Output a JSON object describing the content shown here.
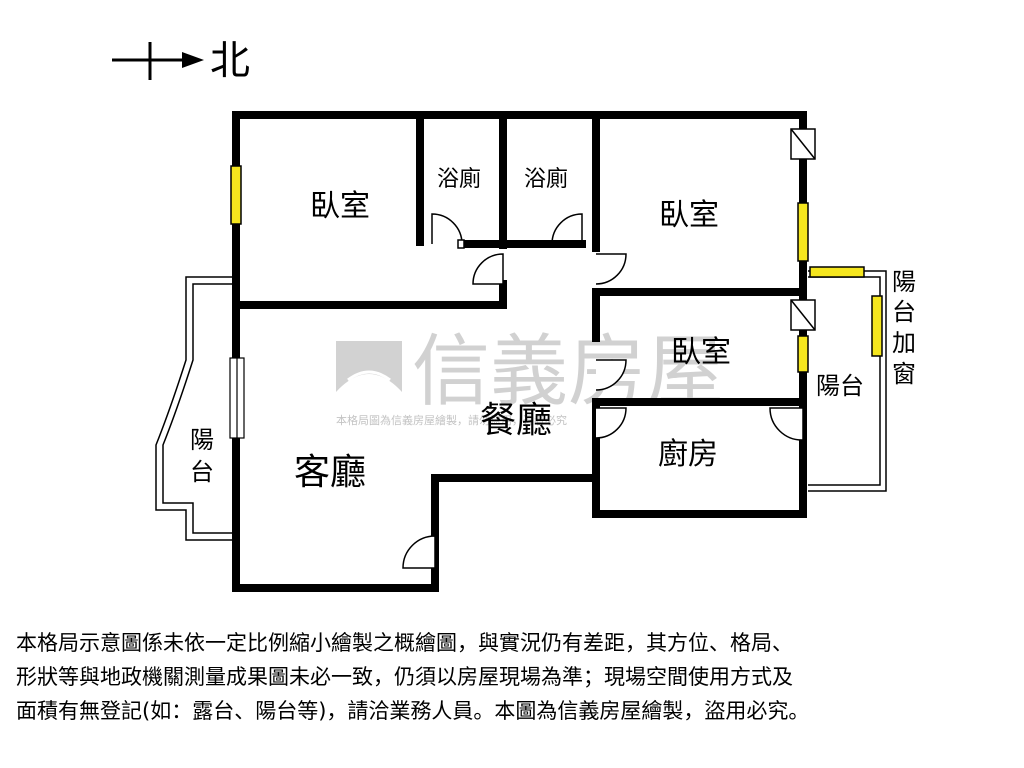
{
  "compass": {
    "label": "北"
  },
  "rooms": {
    "bedroom_nw": "臥室",
    "bath_1": "浴廁",
    "bath_2": "浴廁",
    "bedroom_ne": "臥室",
    "bedroom_e": "臥室",
    "dining": "餐廳",
    "living": "客廳",
    "kitchen": "廚房",
    "balcony_west": "陽台",
    "balcony_east": "陽台",
    "balcony_enclosed": "陽台加窗"
  },
  "balcony_west_chars": [
    "陽",
    "台"
  ],
  "balcony_enclosed_chars": [
    "陽",
    "台",
    "加",
    "窗"
  ],
  "watermark": {
    "brand": "信義房屋",
    "notice": "本格局圖為信義房屋繪製，請勿盜用，違者必究"
  },
  "disclaimer": {
    "line1": "本格局示意圖係未依一定比例縮小繪製之概繪圖，與實況仍有差距，其方位、格局、",
    "line2": "形狀等與地政機關測量成果圖未必一致，仍須以房屋現場為準；現場空間使用方式及",
    "line3": "面積有無登記(如：露台、陽台等)，請洽業務人員。本圖為信義房屋繪製，盜用必究。"
  }
}
